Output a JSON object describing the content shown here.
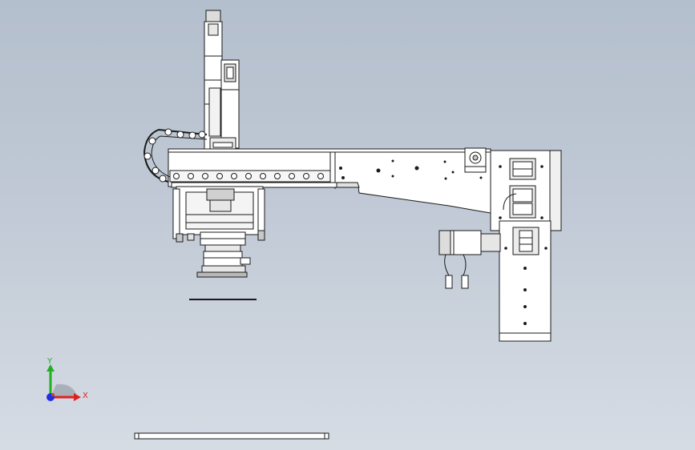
{
  "triad": {
    "x_label": "X",
    "y_label": "Y",
    "colors": {
      "x": "#e02020",
      "y": "#20b020",
      "z": "#2030e0",
      "sphere": "#c04040"
    }
  },
  "model": {
    "line_color": "#1a1a1a",
    "part_fill": "#ffffff",
    "shade_fill": "#dcdcdc",
    "chain_links_upper": 5,
    "chain_links_lower": 11
  }
}
